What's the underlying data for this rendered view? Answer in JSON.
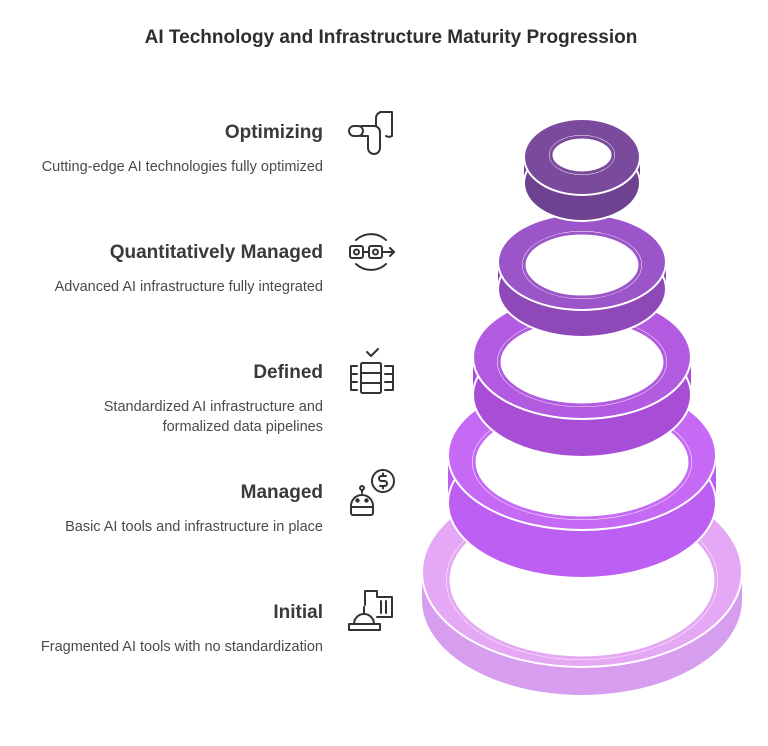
{
  "title": "AI Technology and Infrastructure Maturity Progression",
  "levels": [
    {
      "name": "Optimizing",
      "desc": "Cutting-edge AI technologies fully optimized",
      "icon": "pipe-icon"
    },
    {
      "name": "Quantitatively Managed",
      "desc": "Advanced AI infrastructure fully integrated",
      "icon": "integration-icon"
    },
    {
      "name": "Defined",
      "desc_lines": [
        "Standardized AI infrastructure and",
        "formalized data pipelines"
      ],
      "icon": "server-check-icon"
    },
    {
      "name": "Managed",
      "desc": "Basic AI tools and infrastructure in place",
      "icon": "robot-dollar-icon"
    },
    {
      "name": "Initial",
      "desc": "Fragmented AI tools with no standardization",
      "icon": "construction-icon"
    }
  ],
  "colors": {
    "ring_1_top": "#7a4a9c",
    "ring_2_top": "#9b55c8",
    "ring_3_top": "#b05fe0",
    "ring_4_top": "#c065f0",
    "ring_5_top": "#e4a8f5"
  }
}
